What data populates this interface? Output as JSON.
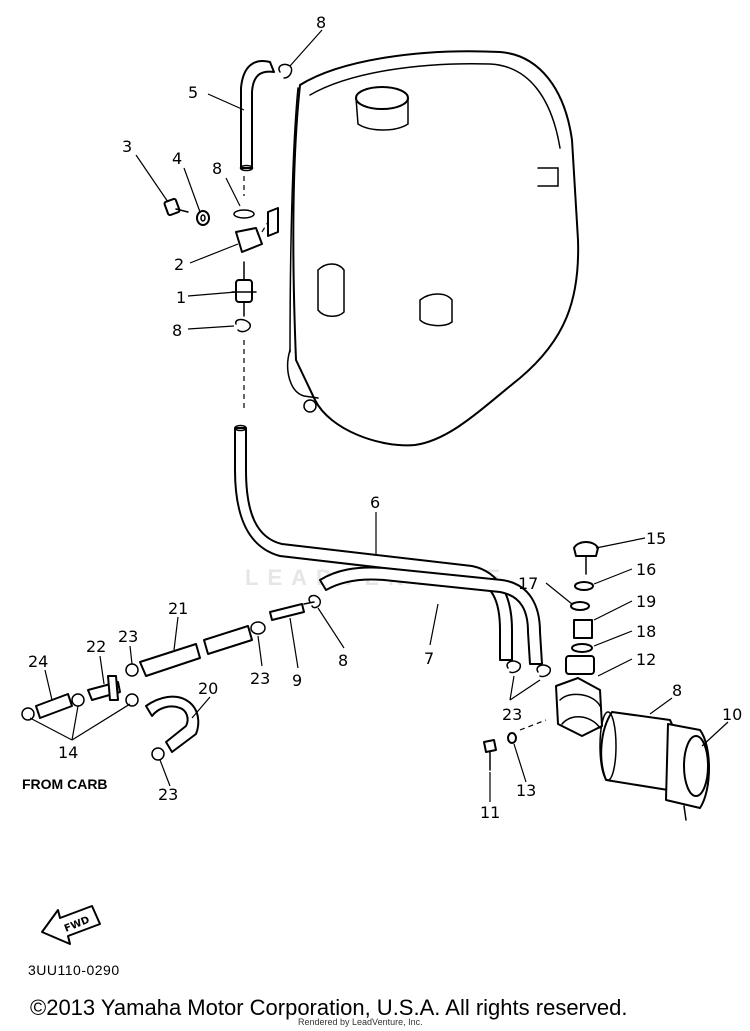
{
  "callouts": [
    {
      "id": "c8a",
      "text": "8"
    },
    {
      "id": "c5",
      "text": "5"
    },
    {
      "id": "c3",
      "text": "3"
    },
    {
      "id": "c4",
      "text": "4"
    },
    {
      "id": "c8b",
      "text": "8"
    },
    {
      "id": "c2",
      "text": "2"
    },
    {
      "id": "c1",
      "text": "1"
    },
    {
      "id": "c8c",
      "text": "8"
    },
    {
      "id": "c6",
      "text": "6"
    },
    {
      "id": "c15",
      "text": "15"
    },
    {
      "id": "c16",
      "text": "16"
    },
    {
      "id": "c17",
      "text": "17"
    },
    {
      "id": "c19",
      "text": "19"
    },
    {
      "id": "c18",
      "text": "18"
    },
    {
      "id": "c12",
      "text": "12"
    },
    {
      "id": "c21",
      "text": "21"
    },
    {
      "id": "c23a",
      "text": "23"
    },
    {
      "id": "c22",
      "text": "22"
    },
    {
      "id": "c24",
      "text": "24"
    },
    {
      "id": "c23b",
      "text": "23"
    },
    {
      "id": "c9",
      "text": "9"
    },
    {
      "id": "c8d",
      "text": "8"
    },
    {
      "id": "c7",
      "text": "7"
    },
    {
      "id": "c20",
      "text": "20"
    },
    {
      "id": "c23c",
      "text": "23"
    },
    {
      "id": "c8e",
      "text": "8"
    },
    {
      "id": "c10",
      "text": "10"
    },
    {
      "id": "c11",
      "text": "11"
    },
    {
      "id": "c13",
      "text": "13"
    },
    {
      "id": "c14",
      "text": "14"
    },
    {
      "id": "c23d",
      "text": "23"
    }
  ],
  "labels": {
    "from_carb": "FROM CARB",
    "fwd": "FWD",
    "part_code": "3UU110-0290",
    "copyright": "©2013 Yamaha Motor Corporation, U.S.A. All rights reserved.",
    "rendered_by": "Rendered by LeadVenture, Inc.",
    "watermark": "LEADVENTURE"
  }
}
